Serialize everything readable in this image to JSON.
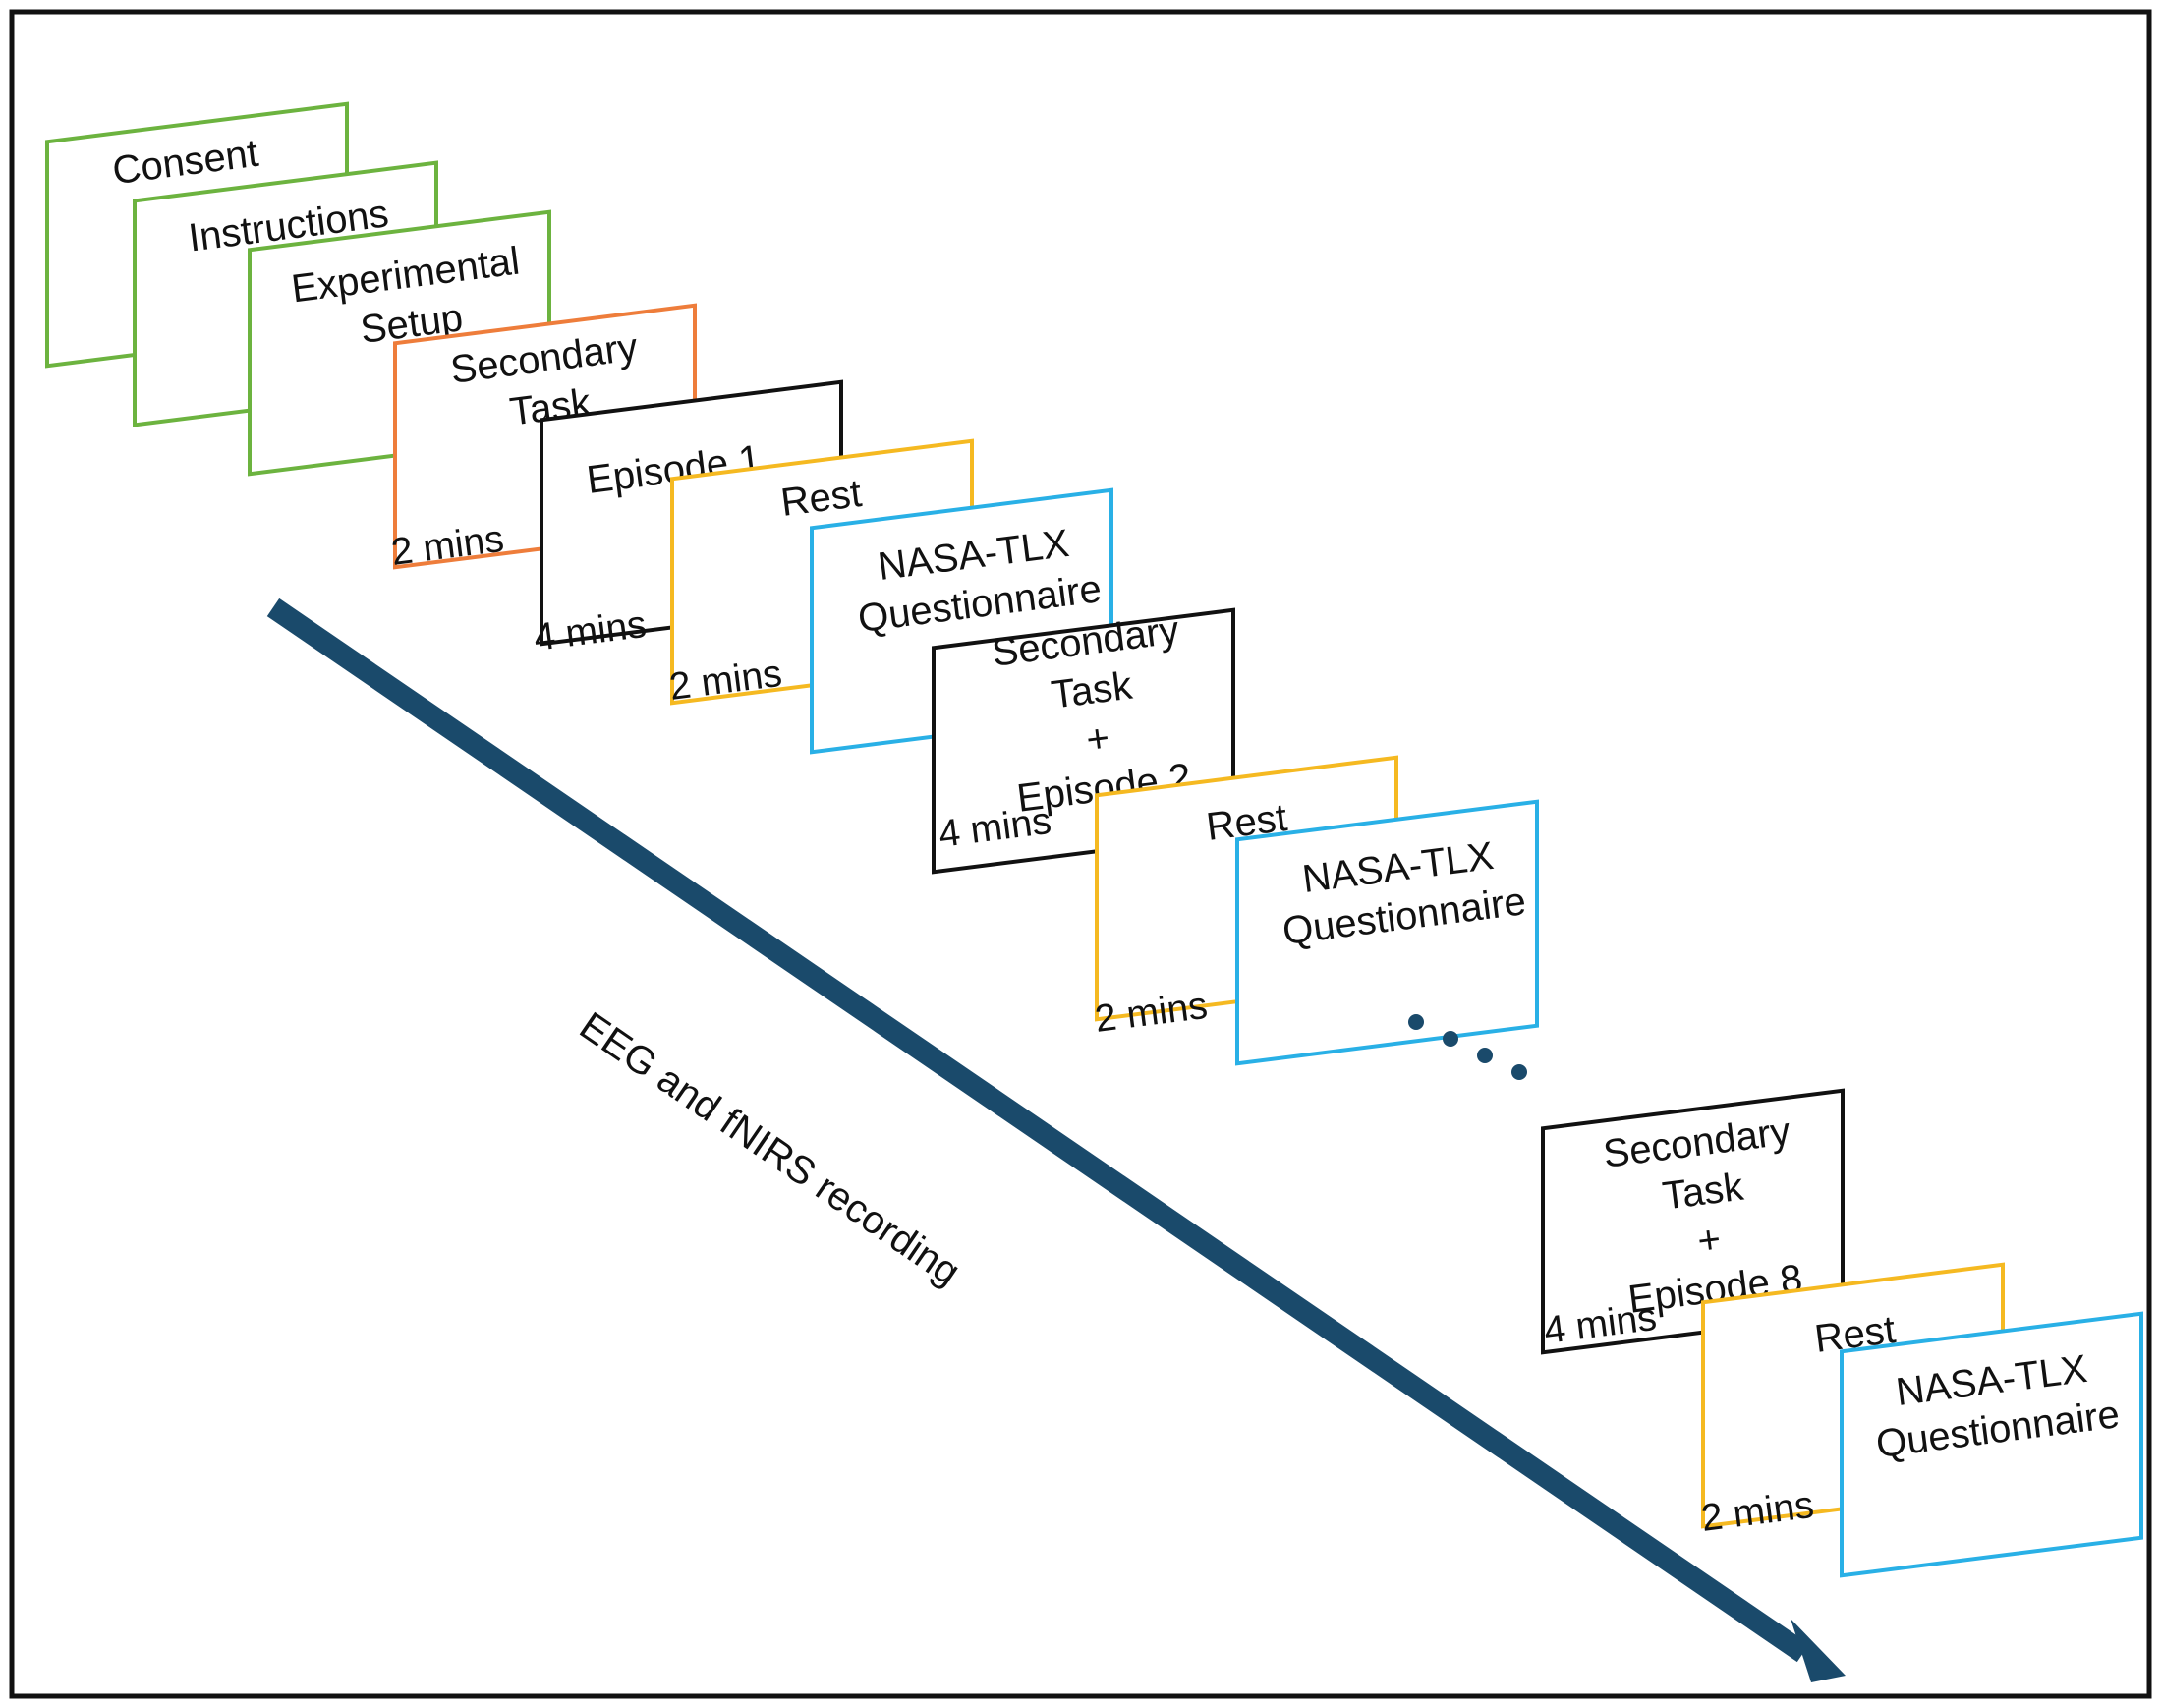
{
  "colors": {
    "setup": "#6cb33f",
    "secondary": "#ee7d3b",
    "episode": "#111111",
    "rest": "#f5b921",
    "questionnaire": "#29b0e6",
    "arrow": "#1a4a6b",
    "dots": "#1a4a6b",
    "frame": "#111111"
  },
  "cards": [
    {
      "id": "consent",
      "lines": [
        "Consent"
      ],
      "color_key": "setup",
      "duration": ""
    },
    {
      "id": "instructions",
      "lines": [
        "Instructions"
      ],
      "color_key": "setup",
      "duration": ""
    },
    {
      "id": "experimental-setup",
      "lines": [
        "Experimental",
        "Setup"
      ],
      "color_key": "setup",
      "duration": ""
    },
    {
      "id": "secondary-task",
      "lines": [
        "Secondary",
        "Task"
      ],
      "color_key": "secondary",
      "duration": "2 mins"
    },
    {
      "id": "episode-1",
      "lines": [
        "Episode 1"
      ],
      "color_key": "episode",
      "duration": "4 mins"
    },
    {
      "id": "rest-1",
      "lines": [
        "Rest"
      ],
      "color_key": "rest",
      "duration": "2 mins"
    },
    {
      "id": "nasa-tlx-1",
      "lines": [
        "NASA-TLX",
        "Questionnaire"
      ],
      "color_key": "questionnaire",
      "duration": ""
    },
    {
      "id": "secondary-episode-2",
      "lines": [
        "Secondary",
        "Task",
        "+",
        "Episode 2"
      ],
      "color_key": "episode",
      "duration": "4 mins"
    },
    {
      "id": "rest-2",
      "lines": [
        "Rest"
      ],
      "color_key": "rest",
      "duration": "2 mins"
    },
    {
      "id": "nasa-tlx-2",
      "lines": [
        "NASA-TLX",
        "Questionnaire"
      ],
      "color_key": "questionnaire",
      "duration": ""
    },
    {
      "id": "secondary-episode-8",
      "lines": [
        "Secondary",
        "Task",
        "+",
        "Episode 8"
      ],
      "color_key": "episode",
      "duration": "4 mins"
    },
    {
      "id": "rest-8",
      "lines": [
        "Rest"
      ],
      "color_key": "rest",
      "duration": "2 mins"
    },
    {
      "id": "nasa-tlx-8",
      "lines": [
        "NASA-TLX",
        "Questionnaire"
      ],
      "color_key": "questionnaire",
      "duration": ""
    }
  ],
  "timeline_label": "EEG and fNIRS recording",
  "ellipsis_dots": 4
}
